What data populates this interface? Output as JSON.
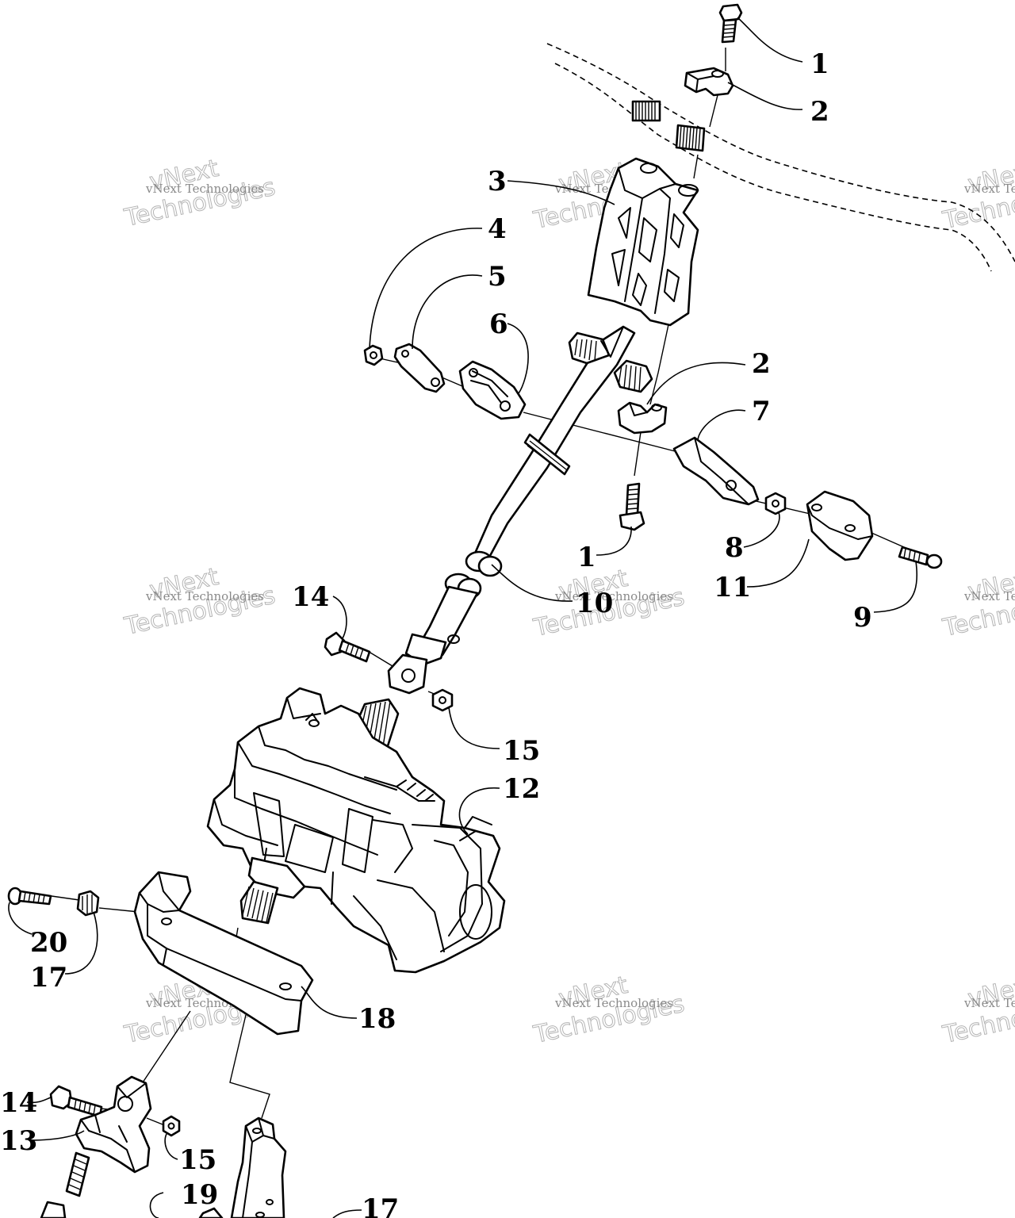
{
  "watermark": {
    "line1": "vNext Technologies",
    "line2": "Technologies",
    "line3": "vNext"
  },
  "callouts": [
    {
      "id": "c1a",
      "label": "1"
    },
    {
      "id": "c2a",
      "label": "2"
    },
    {
      "id": "c3",
      "label": "3"
    },
    {
      "id": "c4",
      "label": "4"
    },
    {
      "id": "c5",
      "label": "5"
    },
    {
      "id": "c6",
      "label": "6"
    },
    {
      "id": "c2b",
      "label": "2"
    },
    {
      "id": "c7",
      "label": "7"
    },
    {
      "id": "c1b",
      "label": "1"
    },
    {
      "id": "c8",
      "label": "8"
    },
    {
      "id": "c11",
      "label": "11"
    },
    {
      "id": "c9",
      "label": "9"
    },
    {
      "id": "c10",
      "label": "10"
    },
    {
      "id": "c14a",
      "label": "14"
    },
    {
      "id": "c15a",
      "label": "15"
    },
    {
      "id": "c12",
      "label": "12"
    },
    {
      "id": "c20",
      "label": "20"
    },
    {
      "id": "c17a",
      "label": "17"
    },
    {
      "id": "c18",
      "label": "18"
    },
    {
      "id": "c14b",
      "label": "14"
    },
    {
      "id": "c13",
      "label": "13"
    },
    {
      "id": "c15b",
      "label": "15"
    },
    {
      "id": "c19",
      "label": "19"
    },
    {
      "id": "c17b",
      "label": "17"
    }
  ]
}
